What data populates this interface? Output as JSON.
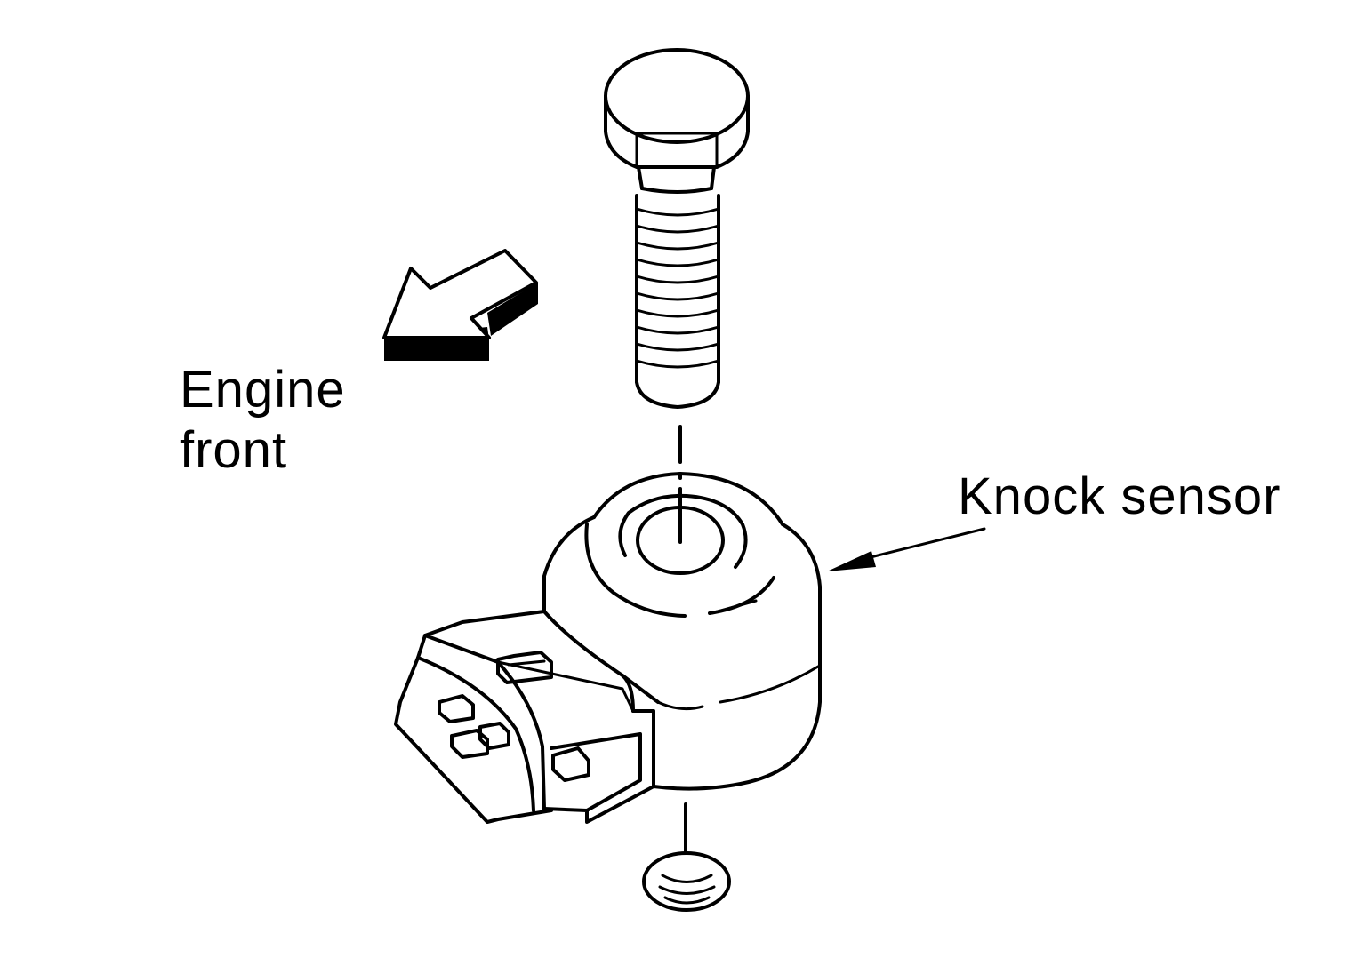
{
  "labels": {
    "engine_front_line1": "Engine",
    "engine_front_line2": "front",
    "knock_sensor": "Knock sensor"
  },
  "colors": {
    "line": "#000000",
    "background": "#ffffff"
  },
  "icons": {
    "direction_arrow": "engine-front-arrow-icon"
  }
}
